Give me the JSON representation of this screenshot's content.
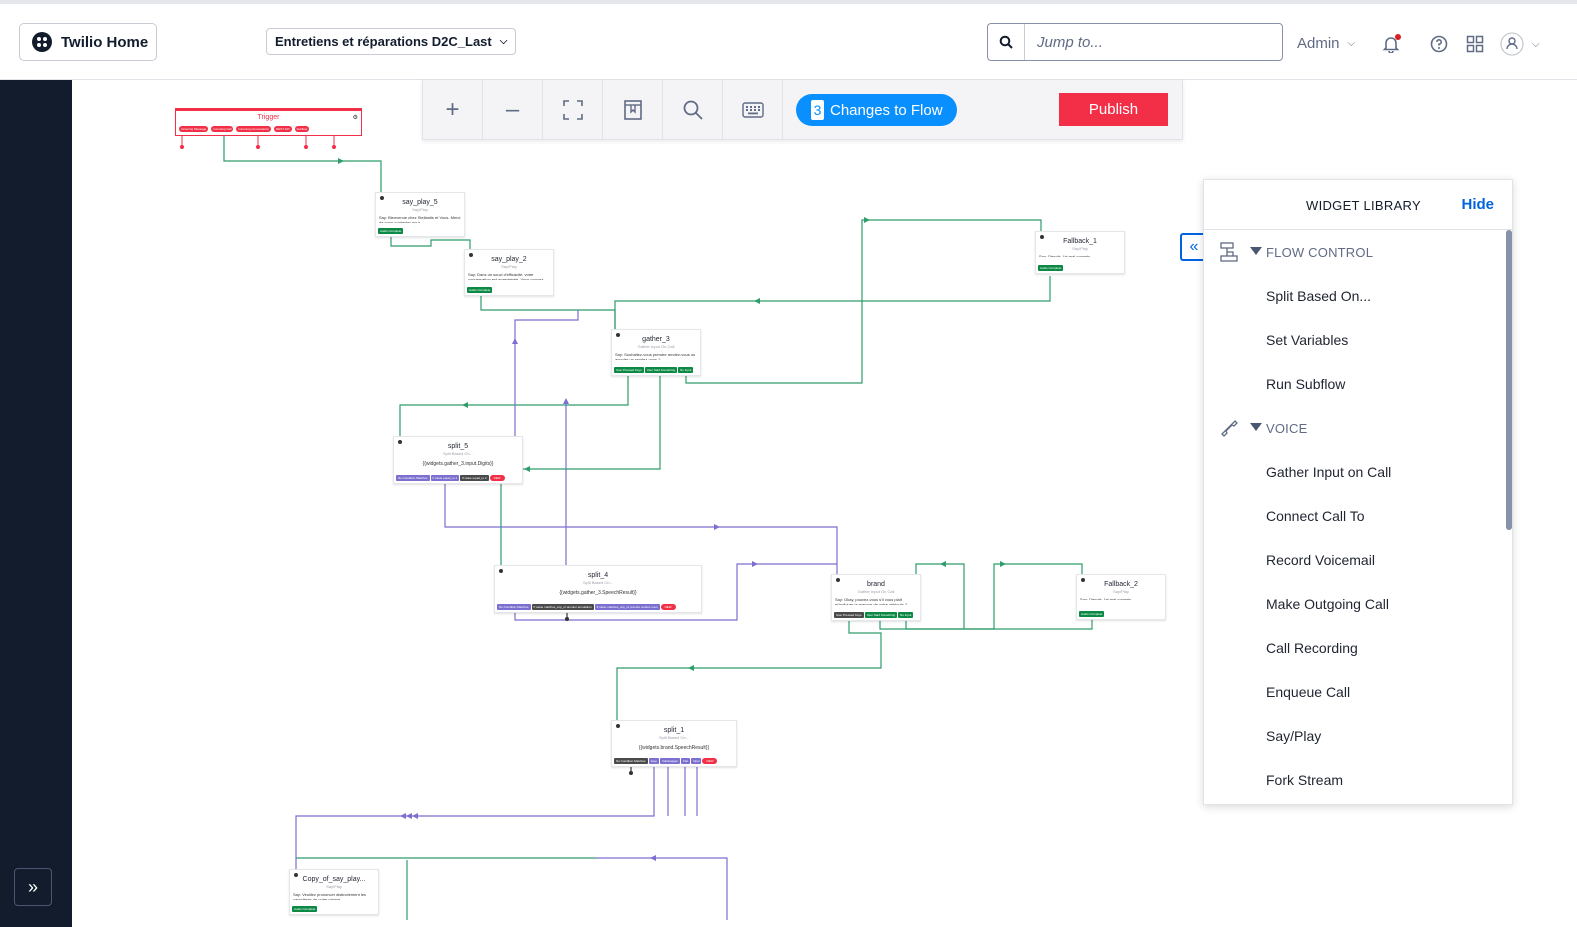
{
  "header": {
    "home_label": "Twilio Home",
    "flow_name": "Entretiens et réparations D2C_Last",
    "search_placeholder": "Jump to...",
    "admin_label": "Admin"
  },
  "toolbar": {
    "changes_count": "3",
    "changes_label": "Changes to Flow",
    "publish_label": "Publish"
  },
  "library": {
    "title": "WIDGET LIBRARY",
    "hide_label": "Hide",
    "categories": [
      {
        "label": "FLOW CONTROL",
        "icon": "split-icon",
        "items": [
          "Split Based On...",
          "Set Variables",
          "Run Subflow"
        ]
      },
      {
        "label": "VOICE",
        "icon": "phone-icon",
        "items": [
          "Gather Input on Call",
          "Connect Call To",
          "Record Voicemail",
          "Make Outgoing Call",
          "Call Recording",
          "Enqueue Call",
          "Say/Play",
          "Fork Stream"
        ]
      }
    ]
  },
  "flow": {
    "trigger": {
      "title": "Trigger",
      "chips": [
        "Incoming Message",
        "Incoming Call",
        "Incoming Conversation",
        "REST API",
        "Subflow"
      ]
    },
    "nodes": {
      "say_play_5": {
        "title": "say_play_5",
        "sub": "Say/Play",
        "body": "Say: Bienvenue chez Stellantis et Vous. Merci de nous contacter pour",
        "chips": [
          "Audio Complete"
        ]
      },
      "say_play_2": {
        "title": "say_play_2",
        "sub": "Say/Play",
        "body": "Say: Dans un souci d'efficacité, votre conversation est enregistrée. Vous pouvez",
        "chips": [
          "Audio Complete"
        ]
      },
      "fallback_1": {
        "title": "Fallback_1",
        "sub": "Say/Play",
        "body": "Say: Désolé, j'ai mal compris.",
        "chips": [
          "Audio Complete"
        ]
      },
      "gather_3": {
        "title": "gather_3",
        "sub": "Gather Input On Call",
        "body": "Say: Souhaitez-vous prendre rendez-vous ou annuler un rendez-vous ?",
        "chips": [
          "User Pressed Keys",
          "User Said Something",
          "No Input"
        ]
      },
      "split_5": {
        "title": "split_5",
        "sub": "Split Based On...",
        "expr": "{{widgets.gather_3.input.Digits}}",
        "chips": [
          "No Condition Matches",
          "If value equal_to 1",
          "If value equal_to 2",
          "NEW"
        ]
      },
      "split_4": {
        "title": "split_4",
        "sub": "Split Based On...",
        "expr": "{{widgets.gather_3.SpeechResult}}",
        "chips": [
          "No Condition Matches",
          "If value matches_any_of annuler annulation",
          "If value matches_any_of prendre rendez-vous",
          "NEW"
        ]
      },
      "brand": {
        "title": "brand",
        "sub": "Gather Input On Call",
        "body": "Say: Okay, pouvez-vous s'il vous plaît m'indiquer la marque de votre véhicule ?",
        "chips": [
          "User Pressed Keys",
          "User Said Something",
          "No Input"
        ]
      },
      "fallback_2": {
        "title": "Fallback_2",
        "sub": "Say/Play",
        "body": "Say: Désolé, j'ai mal compris.",
        "chips": [
          "Audio Complete"
        ]
      },
      "split_1": {
        "title": "split_1",
        "sub": "Split Based On...",
        "expr": "{{widgets.brand.SpeechResult}}",
        "chips": [
          "No Condition Matches",
          "Jeep",
          "Volkswagen",
          "Fiat",
          "Opel",
          "NEW"
        ]
      },
      "copy_say_play": {
        "title": "Copy_of_say_play...",
        "sub": "Say/Play",
        "body": "Say: Veuillez prononcer distinctement les caractères de votre plaque",
        "chips": [
          "Audio Complete"
        ]
      }
    }
  },
  "colors": {
    "accent": "#0a8fff",
    "publish": "#f22f46",
    "link": "#0263e0",
    "wire_green": "#2e9d6a",
    "wire_purple": "#7b6fcf",
    "rail": "#121c2d"
  }
}
